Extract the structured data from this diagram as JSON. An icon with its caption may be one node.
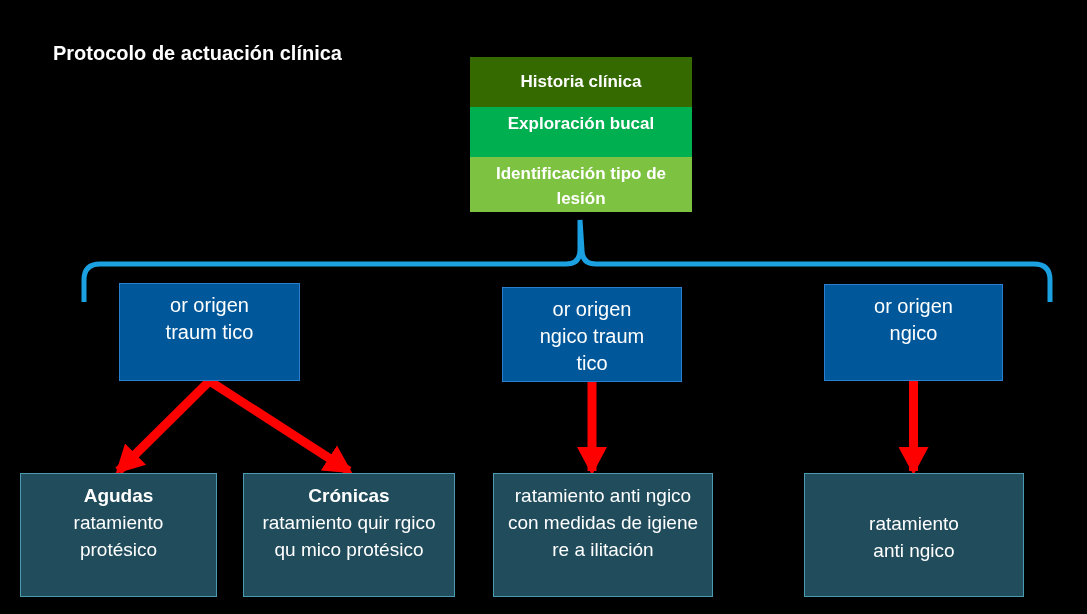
{
  "diagram": {
    "title": "Protocolo de actuación clínica",
    "nodes": [
      {
        "text": [
          "Historia clínica"
        ]
      },
      {
        "text": [
          "Exploración bucal"
        ]
      },
      {
        "text": [
          "Identificación tipo de lesión"
        ]
      },
      {
        "text": [
          "or origen traum tico"
        ]
      },
      {
        "text": [
          "or origen ngico traum tico"
        ]
      },
      {
        "text": [
          "or origen ngico"
        ]
      },
      {
        "text": [
          "Agudas",
          "ratamiento protésico"
        ]
      },
      {
        "text": [
          "Crónicas",
          "ratamiento quir rgico qu mico protésico"
        ]
      },
      {
        "text": [
          "ratamiento anti ngico con medidas de igiene re a ilitación"
        ]
      },
      {
        "text": [
          "ratamiento anti ngico"
        ]
      }
    ],
    "edges": [
      {
        "from": 3,
        "to": 6,
        "arrow": "to"
      },
      {
        "from": 3,
        "to": 7,
        "arrow": "to"
      },
      {
        "from": 4,
        "to": 8,
        "arrow": "to"
      },
      {
        "from": 5,
        "to": 9,
        "arrow": "to"
      }
    ]
  }
}
